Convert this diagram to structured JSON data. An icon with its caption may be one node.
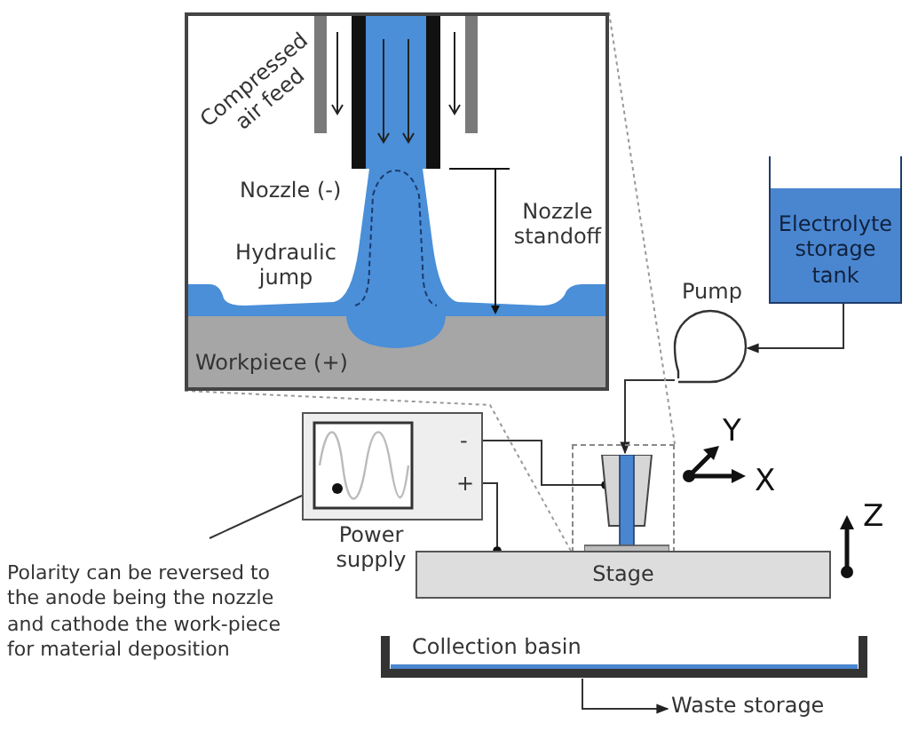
{
  "diagram": {
    "nodes": [
      {
        "text": [
          "Compressed air feed",
          "Nozzle (-)",
          "Hydraulic jump",
          "Nozzle standoff",
          "Workpiece (+)"
        ]
      },
      {
        "text": [
          "Electrolyte storage tank"
        ]
      },
      {
        "text": [
          "Pump"
        ]
      },
      {
        "text": [],
        "shape": "box"
      },
      {
        "text": [],
        "shape": "nozzle",
        "in": 3
      },
      {
        "text": [
          "-",
          "+",
          "Power supply"
        ]
      },
      {
        "text": [
          "Stage"
        ]
      },
      {
        "text": [
          "Collection basin"
        ]
      },
      {
        "text": [
          "Waste storage"
        ]
      },
      {
        "text": [
          "Polarity can be reversed to the anode being the nozzle and cathode the work-piece for material deposition"
        ]
      }
    ],
    "edges": [
      {
        "from": 1,
        "to": 2,
        "arrow": "to"
      },
      {
        "from": 2,
        "to": 4,
        "arrow": "to"
      },
      {
        "from": 5,
        "to": 4,
        "arrow": "other"
      },
      {
        "from": 5,
        "to": 6,
        "arrow": "other"
      },
      {
        "from": 7,
        "to": 8,
        "arrow": "to"
      },
      {
        "from": 9,
        "to": 5,
        "arrow": "none"
      },
      {
        "from": 0,
        "to": 3,
        "arrow": "none",
        "style": "dashed",
        "color": "#999999"
      },
      {
        "from": 0,
        "to": 3,
        "arrow": "none",
        "style": "dashed",
        "color": "#999999"
      }
    ],
    "labels": [
      "Y",
      "X",
      "Z"
    ]
  }
}
